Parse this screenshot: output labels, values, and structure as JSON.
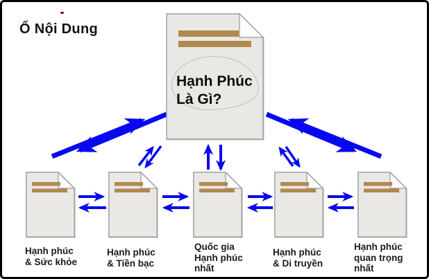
{
  "title": "Ổ Nội Dung",
  "hub_document": {
    "title": "Hạnh Phúc\nLà Gì?"
  },
  "content_pages": [
    {
      "label": "Hạnh phúc\n& Sức khỏe"
    },
    {
      "label": "Hạnh phúc\n& Tiền bạc"
    },
    {
      "label": "Quốc gia\nHạnh phúc\nnhất"
    },
    {
      "label": "Hạnh phúc\n& Di truyền"
    },
    {
      "label": "Hạnh phúc\nquan trọng\nnhất"
    }
  ],
  "colors": {
    "arrow": "#0808f0",
    "page_fill": "#e9e8e5",
    "page_border": "#9a9a9a",
    "bar": "#b1884e",
    "label_text": "#1a1a1a",
    "frame": "#000000",
    "background": "#ffffff"
  }
}
